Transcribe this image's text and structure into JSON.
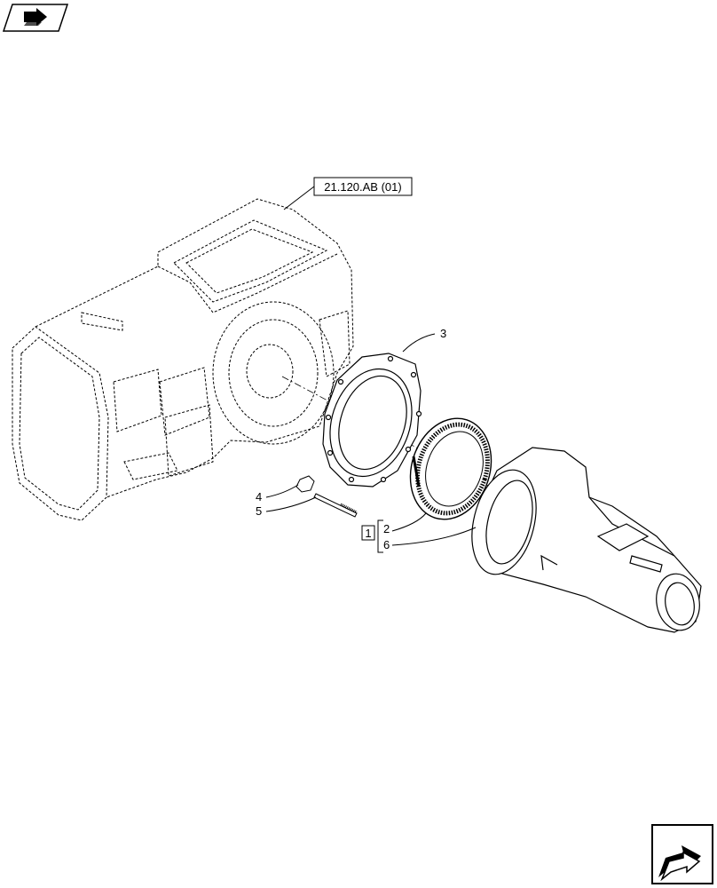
{
  "reference_label": "21.120.AB (01)",
  "callouts": {
    "item_1": "1",
    "item_2": "2",
    "item_3": "3",
    "item_4": "4",
    "item_5": "5",
    "item_6": "6"
  },
  "nav": {
    "top_icon": "previous-section-arrow-icon",
    "bottom_icon": "next-section-arrow-icon"
  }
}
